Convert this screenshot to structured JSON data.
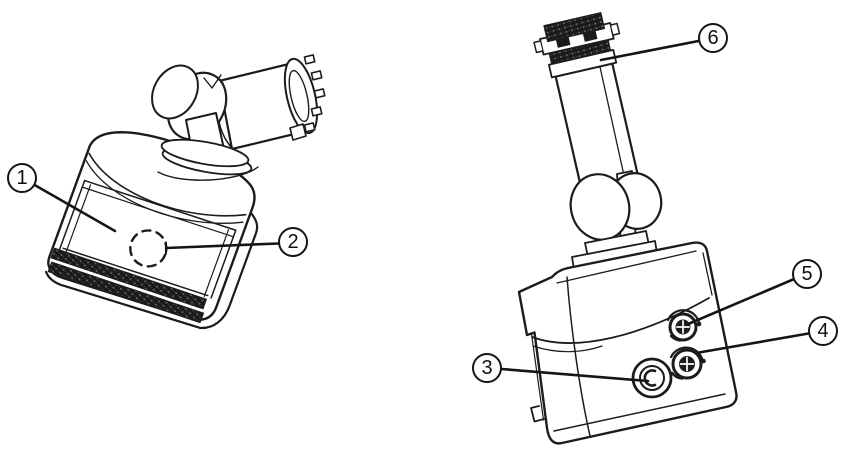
{
  "diagram": {
    "type": "technical-line-drawing",
    "background": "#ffffff",
    "line_color": "#1c1c1c",
    "callout_color": "#14141c",
    "views": {
      "left": "sensor-front-view-illustration",
      "right": "sensor-rear-view-illustration"
    },
    "callouts": [
      {
        "label": "1"
      },
      {
        "label": "2"
      },
      {
        "label": "3"
      },
      {
        "label": "4"
      },
      {
        "label": "5"
      },
      {
        "label": "6"
      }
    ]
  }
}
